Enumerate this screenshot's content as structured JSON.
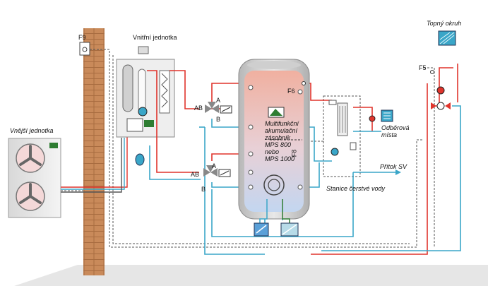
{
  "labels": {
    "outdoor_unit": "Vnější jednotka",
    "indoor_unit": "Vnitřní jednotka",
    "heating_circuit": "Topný okruh",
    "tapping_points": [
      "Odběrová",
      "místa"
    ],
    "cold_water_inlet": "Přítok SV",
    "fresh_water_station": "Stanice čerstvé vody",
    "tank_description": [
      "Multifunkční",
      "akumulační",
      "zásobník",
      "MPS 800",
      "nebo",
      "MPS 1000"
    ],
    "sensor_f9": "F9",
    "sensor_f6": "F6",
    "sensor_f5": "F5",
    "sensor_f8": "F8",
    "valve_upper_ab": "AB",
    "valve_upper_a": "A",
    "valve_upper_b": "B",
    "valve_lower_ab": "AB",
    "valve_lower_a": "A",
    "valve_lower_b": "B"
  },
  "colors": {
    "hot_pipe": "#e0342c",
    "return_pipe": "#3aa6c8",
    "wall_brick": "#c98a5a",
    "tank_top": "#f0b4a4",
    "tank_bottom": "#c9d8ee",
    "floor": "#e6e6e6",
    "dashed_line": "#555555"
  }
}
